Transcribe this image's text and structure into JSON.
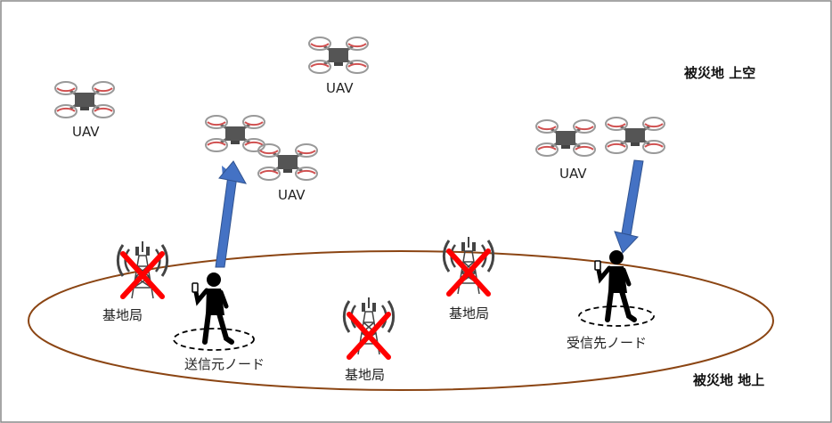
{
  "regions": {
    "sky": "被災地 上空",
    "ground": "被災地 地上"
  },
  "uav_label": "UAV",
  "uav_labels": [
    "UAV",
    "UAV",
    "UAV",
    "UAV"
  ],
  "base_station_label": "基地局",
  "base_station_labels": [
    "基地局",
    "基地局",
    "基地局"
  ],
  "sender_label": "送信元ノード",
  "receiver_label": "受信先ノード",
  "colors": {
    "area_ellipse": "#8B4513",
    "arrow": "#4472C4",
    "cross": "#FF0000",
    "drone_body": "#555555",
    "rotor_ring": "#d05050"
  },
  "icons": [
    "drone-icon",
    "cell-tower-icon",
    "cross-icon",
    "person-phone-icon",
    "up-arrow",
    "down-arrow"
  ]
}
